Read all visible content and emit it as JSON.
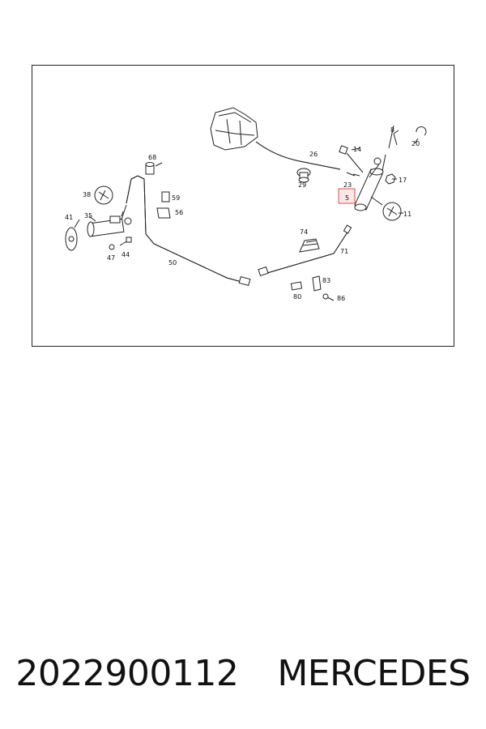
{
  "diagram": {
    "labels": {
      "l8": "8",
      "l20": "20",
      "l14": "14",
      "l17": "17",
      "l23": "23",
      "l5": "5",
      "l11": "11",
      "l26": "26",
      "l29": "29",
      "l68": "68",
      "l59": "59",
      "l56": "56",
      "l38": "38",
      "l35": "35",
      "l41": "41",
      "l47": "47",
      "l44": "44",
      "l50": "50",
      "l74": "74",
      "l71": "71",
      "l83": "83",
      "l80": "80",
      "l86": "86"
    },
    "highlight_color": "#d9534f"
  },
  "caption": {
    "part_number": "2022900112",
    "brand": "MERCEDES"
  }
}
